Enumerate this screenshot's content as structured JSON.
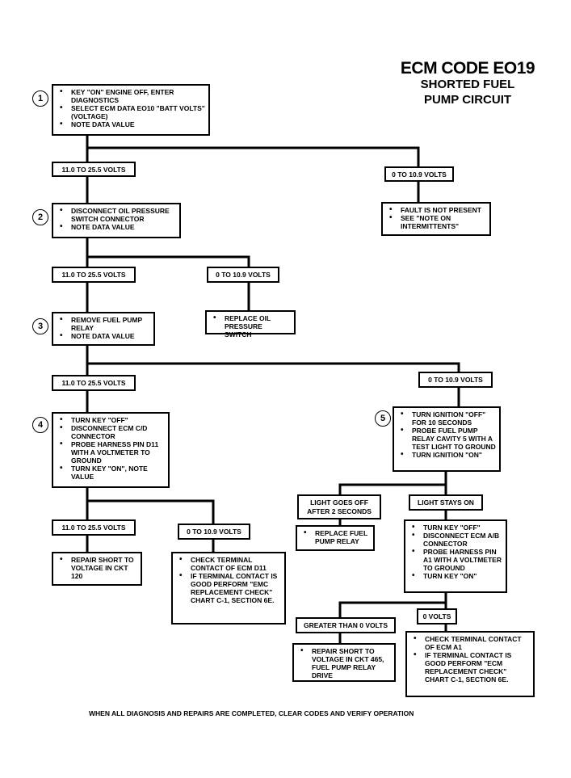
{
  "title": {
    "line1": "ECM CODE EO19",
    "line2": "SHORTED FUEL",
    "line3": "PUMP CIRCUIT"
  },
  "steps": {
    "s1": {
      "num": "1",
      "items": [
        "KEY \"ON\" ENGINE OFF, ENTER DIAGNOSTICS",
        "SELECT ECM DATA EO10 \"BATT VOLTS\" (VOLTAGE)",
        "NOTE DATA VALUE"
      ]
    },
    "s2": {
      "num": "2",
      "items": [
        "DISCONNECT OIL PRESSURE SWITCH CONNECTOR",
        "NOTE DATA VALUE"
      ]
    },
    "s3": {
      "num": "3",
      "items": [
        "REMOVE FUEL PUMP RELAY",
        "NOTE DATA VALUE"
      ]
    },
    "s4": {
      "num": "4",
      "items": [
        "TURN KEY \"OFF\"",
        "DISCONNECT ECM C/D CONNECTOR",
        "PROBE HARNESS PIN D11 WITH A VOLTMETER TO GROUND",
        "TURN KEY \"ON\", NOTE VALUE"
      ]
    },
    "s5": {
      "num": "5",
      "items": [
        "TURN IGNITION \"OFF\" FOR 10 SECONDS",
        "PROBE FUEL PUMP RELAY CAVITY 5 WITH A TEST LIGHT TO GROUND",
        "TURN IGNITION \"ON\""
      ]
    }
  },
  "labels": {
    "l1a": "11.0 TO 25.5 VOLTS",
    "l1b": "0 TO 10.9 VOLTS",
    "l2a": "11.0 TO 25.5 VOLTS",
    "l2b": "0 TO 10.9 VOLTS",
    "l3a": "11.0 TO 25.5 VOLTS",
    "l3b": "0 TO 10.9 VOLTS",
    "l4a": "11.0 TO 25.5 VOLTS",
    "l4b": "0 TO 10.9 VOLTS",
    "l5a": "LIGHT GOES OFF AFTER 2 SECONDS",
    "l5b": "LIGHT STAYS ON",
    "l6a": "GREATER THAN 0 VOLTS",
    "l6b": "0 VOLTS"
  },
  "results": {
    "r1": {
      "items": [
        "FAULT IS NOT PRESENT",
        "SEE \"NOTE ON INTERMITTENTS\""
      ]
    },
    "r2": {
      "items": [
        "REPLACE OIL PRESSURE SWITCH"
      ]
    },
    "r4a": {
      "items": [
        "REPAIR SHORT TO VOLTAGE IN CKT 120"
      ]
    },
    "r4b": {
      "items": [
        "CHECK TERMINAL CONTACT OF ECM D11",
        "IF TERMINAL CONTACT IS GOOD PERFORM \"EMC REPLACEMENT CHECK\" CHART C-1, SECTION 6E."
      ]
    },
    "r5a": {
      "items": [
        "REPLACE FUEL PUMP RELAY"
      ]
    },
    "r5b": {
      "items": [
        "TURN KEY \"OFF\"",
        "DISCONNECT ECM A/B CONNECTOR",
        "PROBE HARNESS PIN A1 WITH A VOLTMETER TO GROUND",
        "TURN KEY \"ON\""
      ]
    },
    "r6a": {
      "items": [
        "REPAIR SHORT TO VOLTAGE IN CKT 465, FUEL PUMP RELAY DRIVE"
      ]
    },
    "r6b": {
      "items": [
        "CHECK TERMINAL CONTACT OF ECM A1",
        "IF TERMINAL CONTACT IS GOOD PERFORM \"ECM REPLACEMENT CHECK\" CHART C-1, SECTION 6E."
      ]
    }
  },
  "footer": "WHEN ALL DIAGNOSIS AND REPAIRS ARE COMPLETED, CLEAR CODES AND VERIFY OPERATION"
}
